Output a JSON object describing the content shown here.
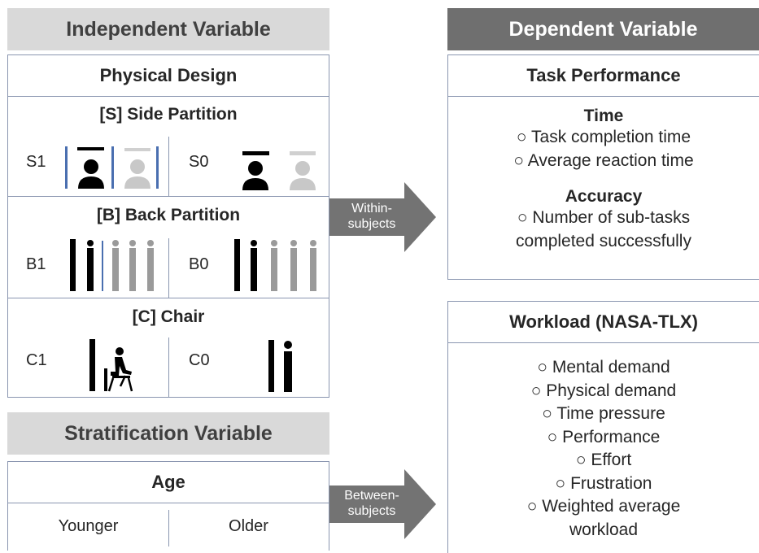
{
  "independent": {
    "header": "Independent Variable",
    "title": "Physical Design",
    "side": {
      "title": "[S] Side Partition",
      "level1": "S1",
      "level0": "S0"
    },
    "back": {
      "title": "[B] Back Partition",
      "level1": "B1",
      "level0": "B0"
    },
    "chair": {
      "title": "[C] Chair",
      "level1": "C1",
      "level0": "C0"
    }
  },
  "stratification": {
    "header": "Stratification Variable",
    "title": "Age",
    "levels": [
      "Younger",
      "Older"
    ]
  },
  "arrows": {
    "within": [
      "Within-",
      "subjects"
    ],
    "between": [
      "Between-",
      "subjects"
    ]
  },
  "dependent": {
    "header": "Dependent Variable",
    "task": {
      "title": "Task Performance",
      "time_title": "Time",
      "time_items": [
        "○ Task completion time",
        "○ Average reaction time"
      ],
      "accuracy_title": "Accuracy",
      "accuracy_items": [
        "○ Number of sub-tasks",
        "completed successfully"
      ]
    },
    "workload": {
      "title": "Workload (NASA-TLX)",
      "items": [
        "○ Mental demand",
        "○ Physical demand",
        "○ Time pressure",
        "○ Performance",
        "○ Effort",
        "○ Frustration",
        "○ Weighted average",
        "workload"
      ]
    }
  },
  "colors": {
    "header_light": "#d9d9d9",
    "header_dark": "#6f6f6f",
    "border": "#8a96b0",
    "arrow": "#737373",
    "partition_blue": "#4a6fb0"
  }
}
